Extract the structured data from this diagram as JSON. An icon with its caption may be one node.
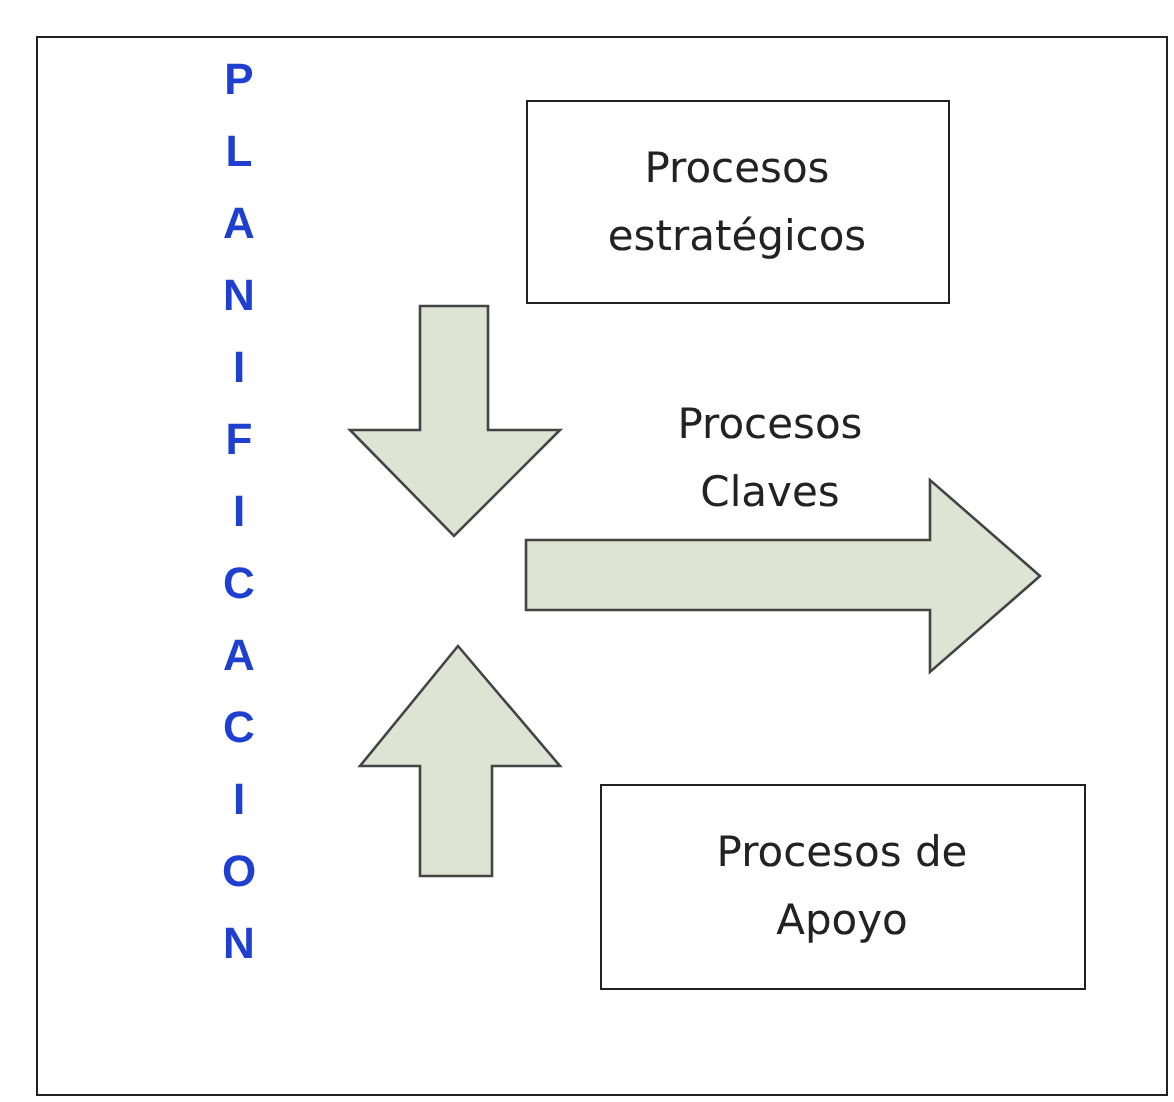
{
  "diagram": {
    "nodes": [
      {
        "text": [
          "PLANIFICACION"
        ]
      },
      {
        "text": [
          "Procesos estratégicos"
        ],
        "in": 0
      },
      {
        "text": [
          "Procesos de Apoyo"
        ],
        "in": 0
      }
    ],
    "edges": [],
    "labels": [
      "Procesos Claves"
    ]
  }
}
